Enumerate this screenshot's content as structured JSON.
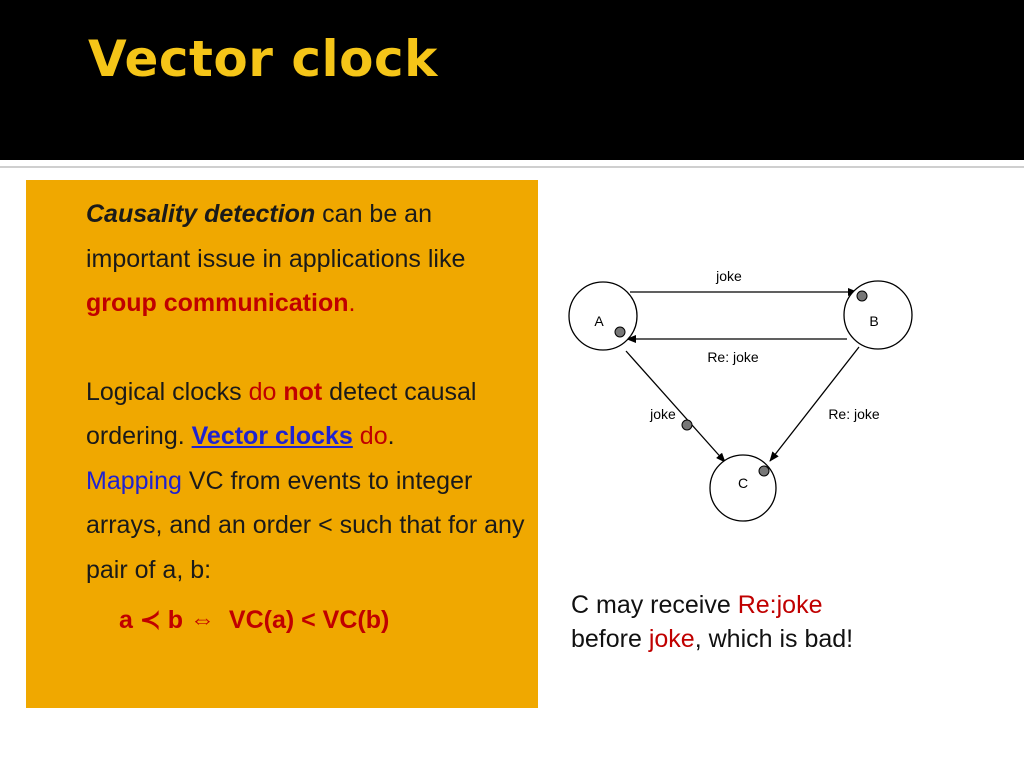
{
  "slide": {
    "title": "Vector clock"
  },
  "left_text": {
    "p1": {
      "emph": "Causality detection",
      "t1": " can be an important issue in applications like ",
      "group": "group communication",
      "dot": "."
    },
    "p2": {
      "t1": "Logical clocks ",
      "do1": "do",
      "not": "not",
      "t2": " detect causal ordering. ",
      "vc": "Vector clocks",
      "do2": "do",
      "dot": ".",
      "mapping": "Mapping",
      "t3": " VC from events to integer arrays, and an order < such that for any pair of a, b:"
    },
    "formula": {
      "a": "a",
      "prec": "≺",
      "b": "b",
      "iff": "⇔",
      "rhs": "VC(a) < VC(b)"
    }
  },
  "diagram": {
    "nodes": {
      "a": "A",
      "b": "B",
      "c": "C"
    },
    "edges": {
      "ab": "joke",
      "ba": "Re: joke",
      "ac": "joke",
      "bc": "Re: joke"
    }
  },
  "caption": {
    "t1": "C may receive ",
    "rejoke": "Re:joke",
    "t2": "before ",
    "joke": "joke",
    "t3": ", which is bad!"
  },
  "colors": {
    "title": "#f5c518",
    "panel": "#f0a800",
    "highlight_red": "#c00000",
    "highlight_blue": "#1f22d0"
  }
}
